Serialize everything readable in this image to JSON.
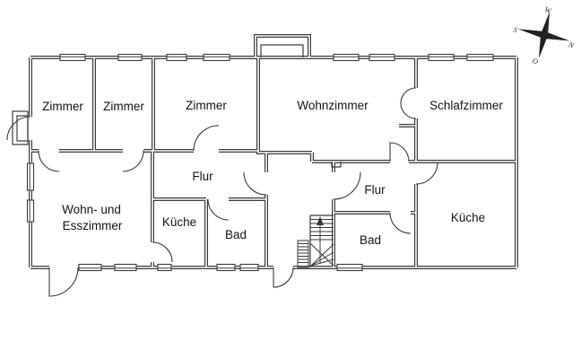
{
  "drawing": {
    "background": "#ffffff",
    "line_color": "#3b3b3b",
    "text_color": "#141414"
  },
  "rooms": {
    "zimmer1": {
      "label": "Zimmer"
    },
    "zimmer2": {
      "label": "Zimmer"
    },
    "zimmer3": {
      "label": "Zimmer"
    },
    "wohnzimmer": {
      "label": "Wohnzimmer"
    },
    "schlafzimmer": {
      "label": "Schlafzimmer"
    },
    "flur_left": {
      "label": "Flur"
    },
    "kueche_left": {
      "label": "Küche"
    },
    "bad_left": {
      "label": "Bad"
    },
    "wohn_esszimmer": {
      "line1": "Wohn- und",
      "line2": "Esszimmer"
    },
    "flur_right": {
      "label": "Flur"
    },
    "bad_right": {
      "label": "Bad"
    },
    "kueche_right": {
      "label": "Küche"
    }
  },
  "compass": {
    "top": "W",
    "left": "S",
    "right": "N",
    "bottom": "O"
  },
  "staircase": {
    "direction": "up"
  }
}
